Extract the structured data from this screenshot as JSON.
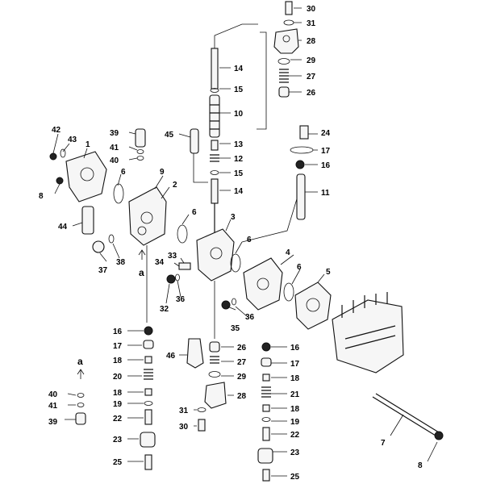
{
  "diagram": {
    "type": "exploded-parts-diagram",
    "reference_label": "a",
    "callouts": [
      {
        "id": "c30a",
        "text": "30"
      },
      {
        "id": "c31a",
        "text": "31"
      },
      {
        "id": "c28a",
        "text": "28"
      },
      {
        "id": "c29a",
        "text": "29"
      },
      {
        "id": "c27a",
        "text": "27"
      },
      {
        "id": "c26a",
        "text": "26"
      },
      {
        "id": "c14a",
        "text": "14"
      },
      {
        "id": "c15a",
        "text": "15"
      },
      {
        "id": "c10",
        "text": "10"
      },
      {
        "id": "c13",
        "text": "13"
      },
      {
        "id": "c12",
        "text": "12"
      },
      {
        "id": "c15b",
        "text": "15"
      },
      {
        "id": "c14b",
        "text": "14"
      },
      {
        "id": "c24",
        "text": "24"
      },
      {
        "id": "c17a",
        "text": "17"
      },
      {
        "id": "c16a",
        "text": "16"
      },
      {
        "id": "c11",
        "text": "11"
      },
      {
        "id": "c42",
        "text": "42"
      },
      {
        "id": "c43",
        "text": "43"
      },
      {
        "id": "c1",
        "text": "1"
      },
      {
        "id": "c39a",
        "text": "39"
      },
      {
        "id": "c41a",
        "text": "41"
      },
      {
        "id": "c40a",
        "text": "40"
      },
      {
        "id": "c45",
        "text": "45"
      },
      {
        "id": "c6a",
        "text": "6"
      },
      {
        "id": "c9",
        "text": "9"
      },
      {
        "id": "c2",
        "text": "2"
      },
      {
        "id": "c8a",
        "text": "8"
      },
      {
        "id": "c6b",
        "text": "6"
      },
      {
        "id": "c3",
        "text": "3"
      },
      {
        "id": "c44",
        "text": "44"
      },
      {
        "id": "c6c",
        "text": "6"
      },
      {
        "id": "c4",
        "text": "4"
      },
      {
        "id": "c37",
        "text": "37"
      },
      {
        "id": "c38",
        "text": "38"
      },
      {
        "id": "c33",
        "text": "33"
      },
      {
        "id": "c34",
        "text": "34"
      },
      {
        "id": "c6d",
        "text": "6"
      },
      {
        "id": "c5",
        "text": "5"
      },
      {
        "id": "c32",
        "text": "32"
      },
      {
        "id": "c36a",
        "text": "36"
      },
      {
        "id": "c36b",
        "text": "36"
      },
      {
        "id": "c35",
        "text": "35"
      },
      {
        "id": "c16b",
        "text": "16"
      },
      {
        "id": "c17b",
        "text": "17"
      },
      {
        "id": "c18a",
        "text": "18"
      },
      {
        "id": "c20",
        "text": "20"
      },
      {
        "id": "c18b",
        "text": "18"
      },
      {
        "id": "c19a",
        "text": "19"
      },
      {
        "id": "c22a",
        "text": "22"
      },
      {
        "id": "c23a",
        "text": "23"
      },
      {
        "id": "c25a",
        "text": "25"
      },
      {
        "id": "c46",
        "text": "46"
      },
      {
        "id": "c26b",
        "text": "26"
      },
      {
        "id": "c27b",
        "text": "27"
      },
      {
        "id": "c29b",
        "text": "29"
      },
      {
        "id": "c28b",
        "text": "28"
      },
      {
        "id": "c31b",
        "text": "31"
      },
      {
        "id": "c30b",
        "text": "30"
      },
      {
        "id": "c16c",
        "text": "16"
      },
      {
        "id": "c17c",
        "text": "17"
      },
      {
        "id": "c18c",
        "text": "18"
      },
      {
        "id": "c21",
        "text": "21"
      },
      {
        "id": "c18d",
        "text": "18"
      },
      {
        "id": "c19b",
        "text": "19"
      },
      {
        "id": "c22b",
        "text": "22"
      },
      {
        "id": "c23b",
        "text": "23"
      },
      {
        "id": "c25b",
        "text": "25"
      },
      {
        "id": "c40b",
        "text": "40"
      },
      {
        "id": "c41b",
        "text": "41"
      },
      {
        "id": "c39b",
        "text": "39"
      },
      {
        "id": "c7",
        "text": "7"
      },
      {
        "id": "c8b",
        "text": "8"
      }
    ]
  }
}
